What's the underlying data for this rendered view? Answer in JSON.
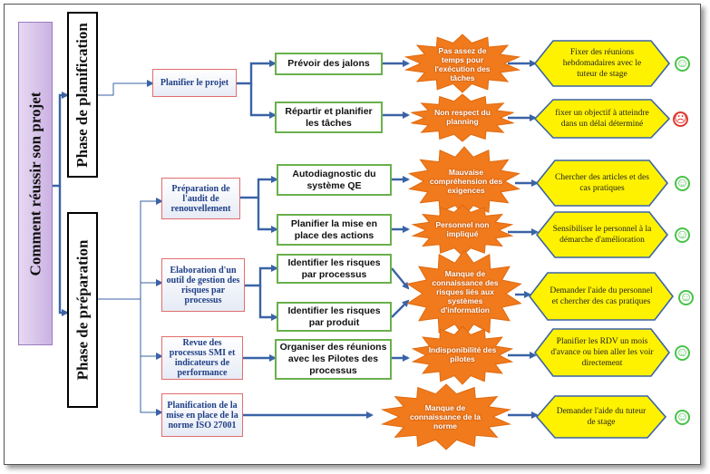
{
  "main_title": "Comment réussir son projet",
  "phases": {
    "planification": "Phase de planification",
    "preparation": "Phase de préparation"
  },
  "tasks": [
    "Planifier le projet",
    "Préparation de l'audit de renouvellement",
    "Elaboration d'un outil de gestion des risques par processus",
    "Revue des processus SMI et indicateurs de performance",
    "Planification de la mise en place de la norme ISO 27001"
  ],
  "steps": [
    "Prévoir des jalons",
    "Répartir et planifier les tâches",
    "Autodiagnostic du système QE",
    "Planifier la mise en place des actions",
    "Identifier les risques par processus",
    "Identifier les risques par produit",
    "Organiser des réunions avec les Pilotes des processus"
  ],
  "risks": [
    "Pas assez de temps pour l'exécution des tâches",
    "Non respect du planning",
    "Mauvaise compréhension des exigences",
    "Personnel non impliqué",
    "Manque de connaissance des risques liés aux systèmes d'information",
    "Indisponibilité des pilotes",
    "Manque de connaissance de la norme"
  ],
  "solutions": [
    {
      "text": "Fixer des réunions hebdomadaires avec le tuteur de stage",
      "mood": "happy"
    },
    {
      "text": "fixer un objectif à atteindre dans un délai déterminé",
      "mood": "sad"
    },
    {
      "text": "Chercher des articles et des cas pratiques",
      "mood": "happy"
    },
    {
      "text": "Sensibiliser le personnel à la démarche d'amélioration",
      "mood": "happy"
    },
    {
      "text": "Demander l'aide du personnel et chercher des cas pratiques",
      "mood": "happy"
    },
    {
      "text": "Planifier les RDV un mois d'avance ou bien aller les voir directement",
      "mood": "happy"
    },
    {
      "text": "Demander l'aide du tuteur de stage",
      "mood": "happy"
    }
  ],
  "colors": {
    "connector": "#3a63a6",
    "risk_fill": "#f07a1c",
    "solution_fill": "#fff200",
    "step_border": "#6ab04c",
    "task_border": "#e36d6d"
  }
}
